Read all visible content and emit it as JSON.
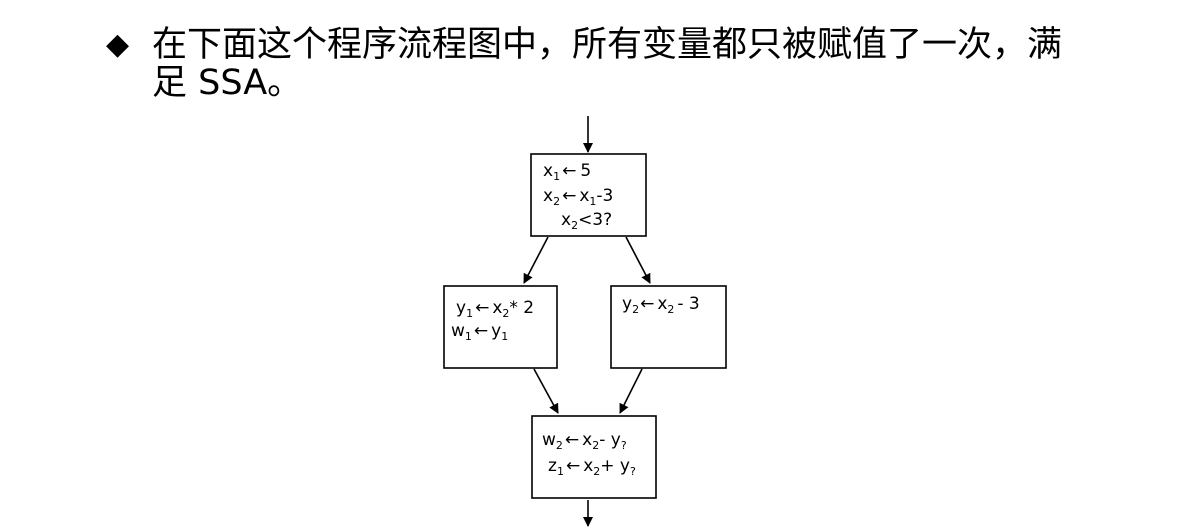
{
  "heading": {
    "bullet": "◆",
    "line1": "在下面这个程序流程图中，所有变量都只被赋值了一次，满",
    "line2": "足 SSA。"
  },
  "diagram": {
    "entry_block": {
      "line1": {
        "var": "x",
        "sub": "1",
        "op": "←",
        "rhs": "5"
      },
      "line2": {
        "var": "x",
        "sub": "2",
        "op": "←",
        "rhs_var": "x",
        "rhs_sub": "1",
        "rhs_tail": "-3"
      },
      "line3": {
        "var": "x",
        "sub": "2",
        "tail": "<3?"
      }
    },
    "left_block": {
      "line1": {
        "var": "y",
        "sub": "1",
        "op": "←",
        "rhs_var": "x",
        "rhs_sub": "2",
        "rhs_tail": "* 2"
      },
      "line2": {
        "var": "w",
        "sub": "1",
        "op": "←",
        "rhs_var": "y",
        "rhs_sub": "1"
      }
    },
    "right_block": {
      "line1": {
        "var": "y",
        "sub": "2",
        "op": "←",
        "rhs_var": "x",
        "rhs_sub": "2",
        "rhs_tail": "- 3"
      }
    },
    "join_block": {
      "line1": {
        "var": "w",
        "sub": "2",
        "op": "←",
        "rhs_var": "x",
        "rhs_sub": "2",
        "rhs_mid": "- y",
        "rhs_sub2": "?"
      },
      "line2": {
        "var": "z",
        "sub": "1",
        "op": "←",
        "rhs_var": "x",
        "rhs_sub": "2",
        "rhs_mid": "+ y",
        "rhs_sub2": "?"
      }
    }
  }
}
